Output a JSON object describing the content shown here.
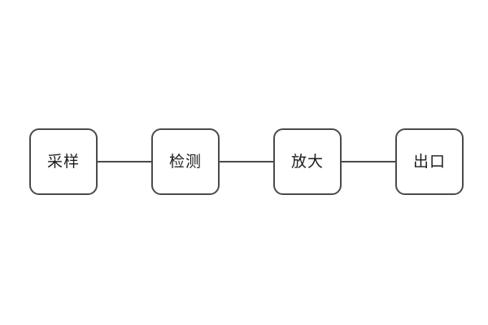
{
  "diagram": {
    "type": "flowchart",
    "orientation": "horizontal",
    "background": "#ffffff",
    "nodes": [
      {
        "label": "采样"
      },
      {
        "label": "检测"
      },
      {
        "label": "放大"
      },
      {
        "label": "出口"
      }
    ],
    "connections": [
      {
        "from": 0,
        "to": 1,
        "style": "plain-line"
      },
      {
        "from": 1,
        "to": 2,
        "style": "plain-line"
      },
      {
        "from": 2,
        "to": 3,
        "style": "plain-line"
      }
    ],
    "colors": {
      "box_border": "#4a4a4a",
      "connector_line": "#4a4a4a",
      "label_text": "#1c1c1c",
      "box_fill": "#ffffff"
    }
  }
}
